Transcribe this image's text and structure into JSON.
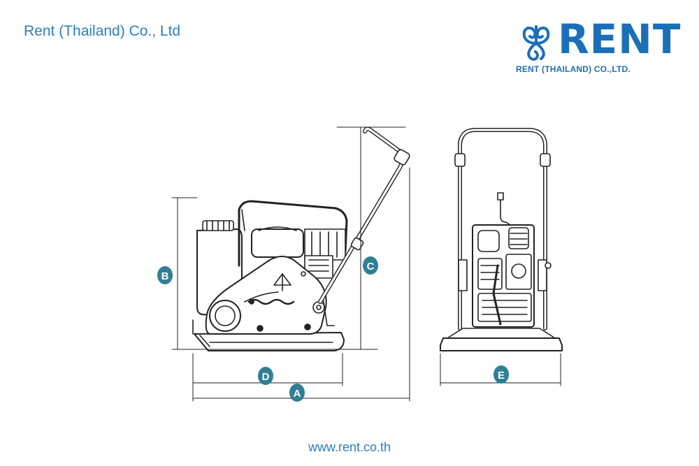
{
  "header": {
    "company_name": "Rent (Thailand) Co., Ltd"
  },
  "logo": {
    "word": "RENT",
    "subtitle": "RENT (THAILAND) CO.,LTD.",
    "mark_icon": "leaf-swirl-icon"
  },
  "colors": {
    "brand_blue": "#1b6fb8",
    "text_blue": "#2a7fc0",
    "badge_teal": "#2f7f96",
    "line": "#222222"
  },
  "dimensions": {
    "A": "A",
    "B": "B",
    "C": "C",
    "D": "D",
    "E": "E"
  },
  "footer": {
    "website": "www.rent.co.th"
  }
}
